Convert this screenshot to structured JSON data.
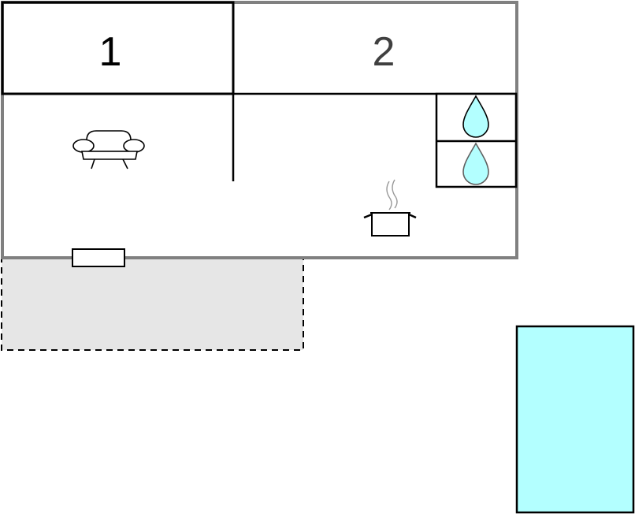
{
  "rooms": [
    {
      "number": "1"
    },
    {
      "number": "2"
    }
  ],
  "icons": {
    "sofa": "sofa-icon",
    "cooking_pot": "cooking-pot-icon",
    "water_drops": "water-drop-icon",
    "window": "window-icon",
    "terrace": "terrace-area",
    "pool": "pool-area"
  },
  "colors": {
    "outer_wall": "#808080",
    "line": "#000000",
    "water": "#b3ffff",
    "terrace_fill": "#e6e6e6",
    "background": "#ffffff"
  }
}
